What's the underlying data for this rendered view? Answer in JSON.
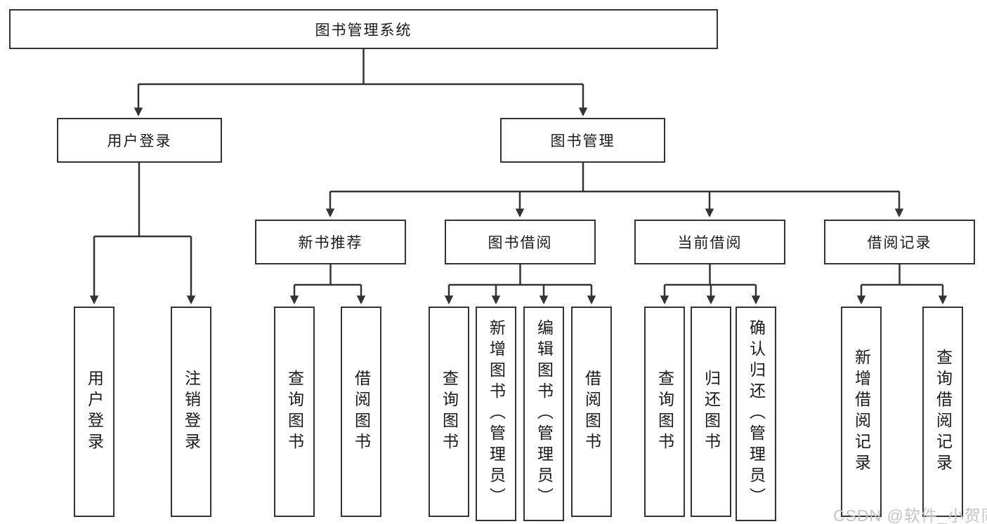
{
  "tree": {
    "label": "图书管理系统",
    "children": [
      {
        "label": "用户登录",
        "children": [
          {
            "label": "用户登录"
          },
          {
            "label": "注销登录"
          }
        ]
      },
      {
        "label": "图书管理",
        "children": [
          {
            "label": "新书推荐",
            "children": [
              {
                "label": "查询图书"
              },
              {
                "label": "借阅图书"
              }
            ]
          },
          {
            "label": "图书借阅",
            "children": [
              {
                "label": "查询图书"
              },
              {
                "label": "新增图书（管理员）"
              },
              {
                "label": "编辑图书（管理员）"
              },
              {
                "label": "借阅图书"
              }
            ]
          },
          {
            "label": "当前借阅",
            "children": [
              {
                "label": "查询图书"
              },
              {
                "label": "归还图书"
              },
              {
                "label": "确认归还（管理员）"
              }
            ]
          },
          {
            "label": "借阅记录",
            "children": [
              {
                "label": "新增借阅记录"
              },
              {
                "label": "查询借阅记录"
              }
            ]
          }
        ]
      }
    ]
  },
  "watermark": {
    "text": "CSDN @软件_小贺同学",
    "color": "#c4c4c4"
  },
  "colors": {
    "line": "#333333",
    "text": "#1a1a1a",
    "background": "#ffffff"
  }
}
